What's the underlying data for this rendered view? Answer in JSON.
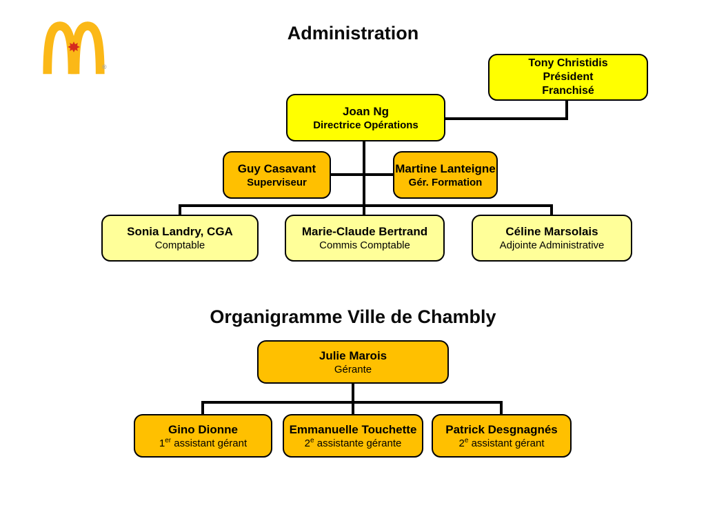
{
  "slide": {
    "title1": "Administration",
    "title2": "Organigramme Ville de Chambly"
  },
  "logo": {
    "icon": "mcdonalds-golden-arches",
    "registered": "®"
  },
  "colors": {
    "bright_yellow": "#FFFF00",
    "gold": "#FFC000",
    "pale_yellow": "#FFFF99",
    "box_border": "#000000",
    "connector": "#000000",
    "arches_gold": "#FBB817",
    "maple_leaf_red": "#D52B1E",
    "registered_gray": "#A8A8A8"
  },
  "org1": {
    "tony": {
      "name": "Tony Christidis",
      "line2": "Président",
      "line3": "Franchisé"
    },
    "joan": {
      "name": "Joan Ng",
      "role": "Directrice Opérations"
    },
    "guy": {
      "name": "Guy Casavant",
      "role": "Superviseur"
    },
    "martine": {
      "name": "Martine Lanteigne",
      "role": "Gér. Formation"
    },
    "sonia": {
      "name": "Sonia Landry, CGA",
      "role": "Comptable"
    },
    "marieclaude": {
      "name": "Marie-Claude Bertrand",
      "role": "Commis Comptable"
    },
    "celine": {
      "name": "Céline Marsolais",
      "role": "Adjointe Administrative"
    }
  },
  "org2": {
    "julie": {
      "name": "Julie Marois",
      "role": "Gérante"
    },
    "gino": {
      "name": "Gino Dionne",
      "role_pre": "1",
      "role_sup": "er",
      "role_post": " assistant gérant"
    },
    "emmanuelle": {
      "name": "Emmanuelle Touchette",
      "role_pre": "2",
      "role_sup": "e",
      "role_post": " assistante gérante"
    },
    "patrick": {
      "name": "Patrick Desgnagnés",
      "role_pre": "2",
      "role_sup": "e",
      "role_post": " assistant gérant"
    }
  }
}
